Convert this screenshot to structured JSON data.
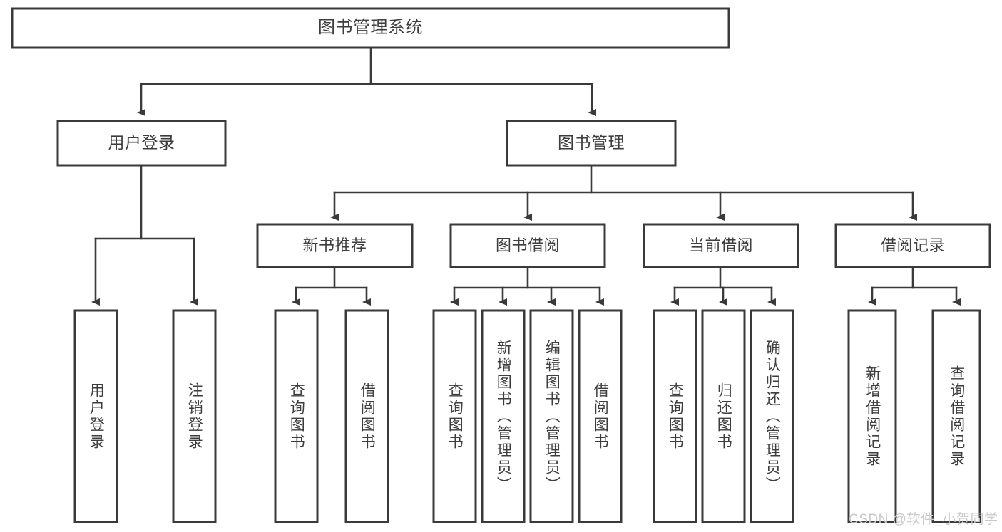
{
  "diagram": {
    "title_node": "图书管理系统",
    "type": "tree",
    "watermark": "CSDN @软件_小贺同学",
    "colors": {
      "background": "#ffffff",
      "box_fill": "#ffffff",
      "box_stroke": "#3a3a3a",
      "text": "#3d3d3d",
      "watermark": "#c9c9c9"
    },
    "levels": {
      "root": [
        "图书管理系统"
      ],
      "level2": [
        "用户登录",
        "图书管理"
      ],
      "level3": [
        "新书推荐",
        "图书借阅",
        "当前借阅",
        "借阅记录"
      ],
      "leaves": [
        "用户登录",
        "注销登录",
        "查询图书",
        "借阅图书",
        "查询图书",
        "新增图书（管理员）",
        "编辑图书（管理员）",
        "借阅图书",
        "查询图书",
        "归还图书",
        "确认归还（管理员）",
        "新增借阅记录",
        "查询借阅记录"
      ]
    },
    "nodes": {
      "root": {
        "label": "图书管理系统"
      },
      "user_login": {
        "label": "用户登录"
      },
      "book_manage": {
        "label": "图书管理"
      },
      "new_book_rec": {
        "label": "新书推荐"
      },
      "book_borrow": {
        "label": "图书借阅"
      },
      "current_borrow": {
        "label": "当前借阅"
      },
      "borrow_record": {
        "label": "借阅记录"
      },
      "leaf_user_login": {
        "label": "用户登录"
      },
      "leaf_logout": {
        "label": "注销登录"
      },
      "leaf_query_book_a": {
        "label": "查询图书"
      },
      "leaf_borrow_book_a": {
        "label": "借阅图书"
      },
      "leaf_query_book_b": {
        "label": "查询图书"
      },
      "leaf_add_book": {
        "label": "新增图书（管理员）"
      },
      "leaf_edit_book": {
        "label": "编辑图书（管理员）"
      },
      "leaf_borrow_book_b": {
        "label": "借阅图书"
      },
      "leaf_query_book_c": {
        "label": "查询图书"
      },
      "leaf_return_book": {
        "label": "归还图书"
      },
      "leaf_confirm_return": {
        "label": "确认归还（管理员）"
      },
      "leaf_add_record": {
        "label": "新增借阅记录"
      },
      "leaf_query_record": {
        "label": "查询借阅记录"
      }
    }
  }
}
